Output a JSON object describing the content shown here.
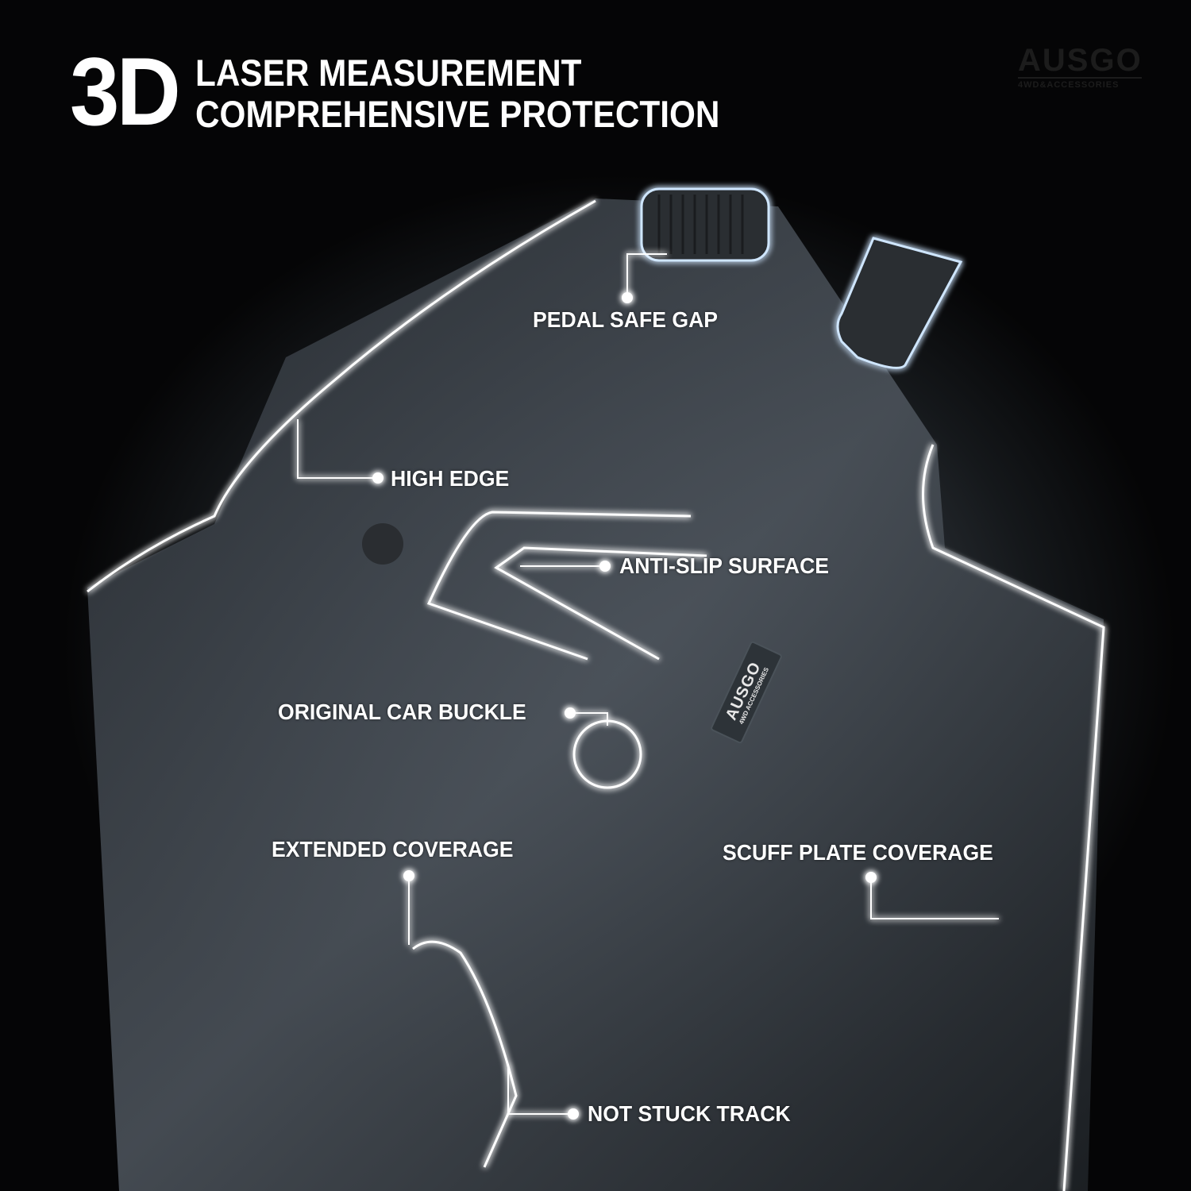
{
  "header": {
    "big_text": "3D",
    "line1": "LASER MEASUREMENT",
    "line2": "COMPREHENSIVE PROTECTION"
  },
  "logo": {
    "name": "AUSGO",
    "tagline": "4WD&ACCESSORIES"
  },
  "mat_badge": {
    "name": "AUSGO",
    "tagline": "4WD ACCESSORIES"
  },
  "callouts": [
    {
      "label": "PEDAL SAFE GAP"
    },
    {
      "label": "HIGH EDGE"
    },
    {
      "label": "ANTI-SLIP SURFACE"
    },
    {
      "label": "ORIGINAL CAR BUCKLE"
    },
    {
      "label": "EXTENDED COVERAGE"
    },
    {
      "label": "SCUFF PLATE COVERAGE"
    },
    {
      "label": "NOT STUCK TRACK"
    }
  ],
  "colors": {
    "glow": "#8fc4ff",
    "line": "#ffffff",
    "background": "#000000",
    "mat": "#3a3f45"
  }
}
